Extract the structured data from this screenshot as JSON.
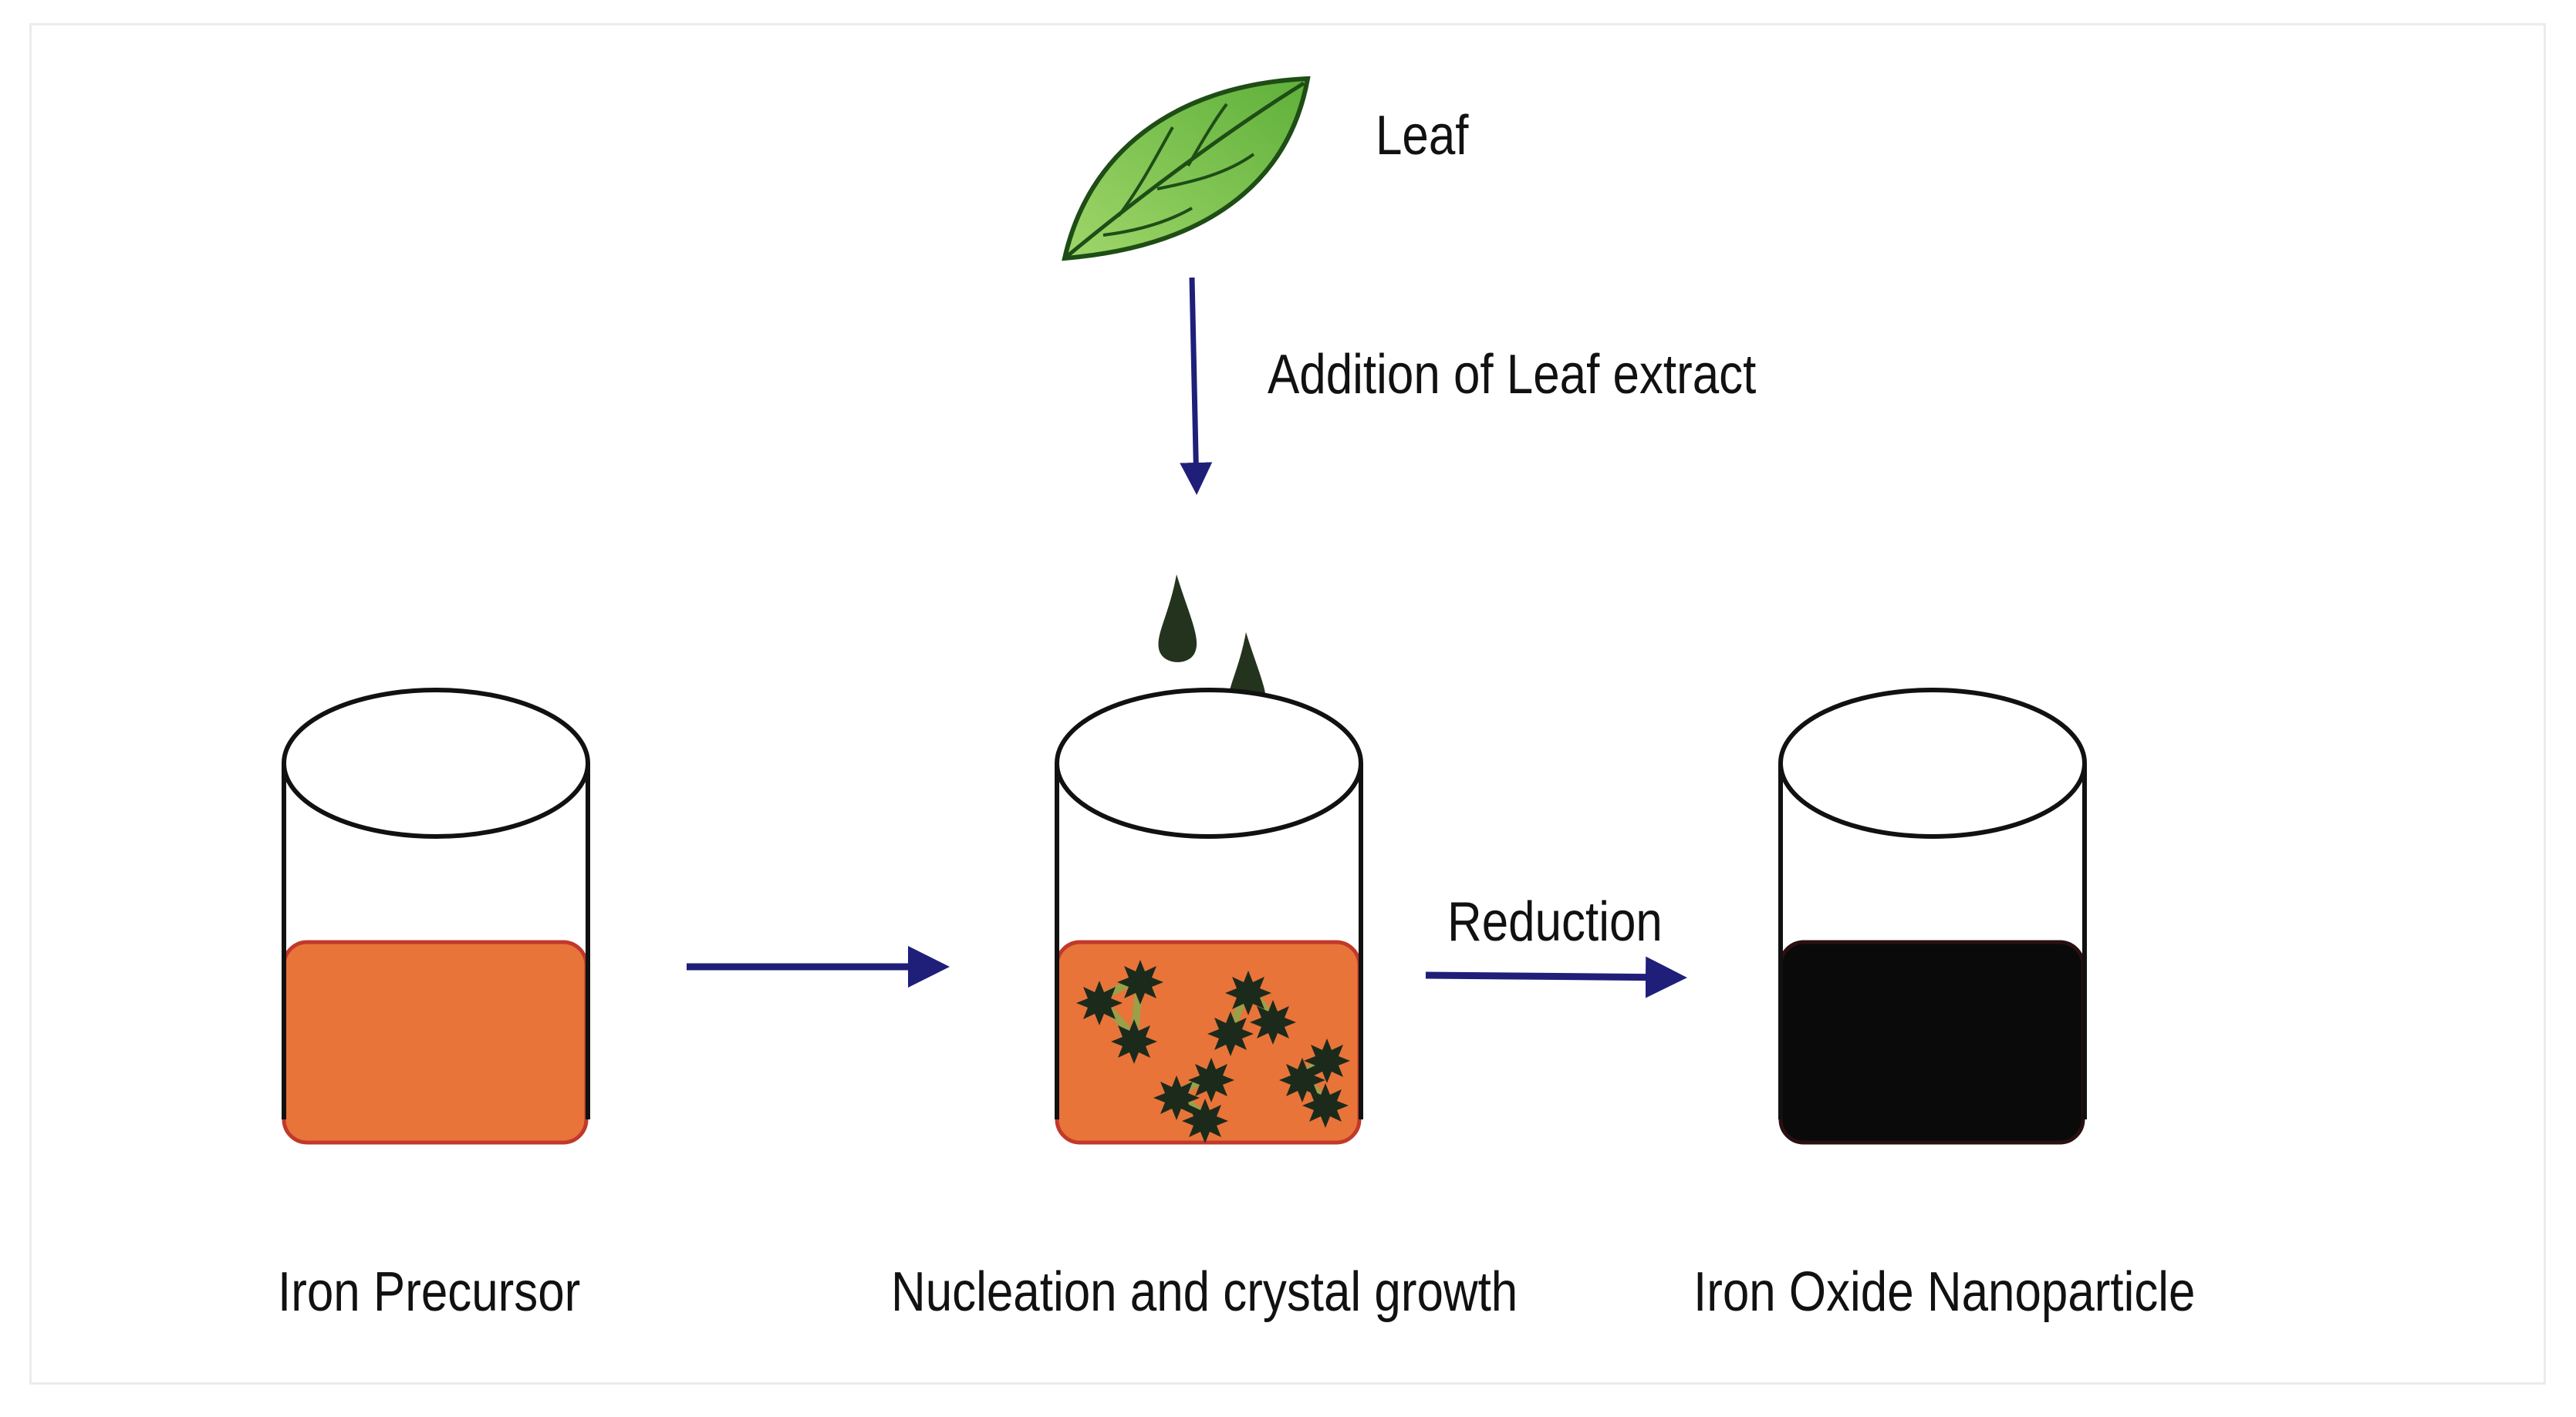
{
  "labels": {
    "leaf": "Leaf",
    "addition": "Addition of Leaf extract",
    "reduction": "Reduction",
    "precursor": "Iron Precursor",
    "nucleation": "Nucleation and crystal growth",
    "nanoparticle": "Iron Oxide Nanoparticle"
  },
  "colors": {
    "arrow": "#1f1f7a",
    "precursor_liquid": "#e8743a",
    "nanoparticle_liquid": "#0a0a0a",
    "leaf": "#7cc44a",
    "droplet": "#24331e",
    "particle": "#1c2a1c"
  }
}
